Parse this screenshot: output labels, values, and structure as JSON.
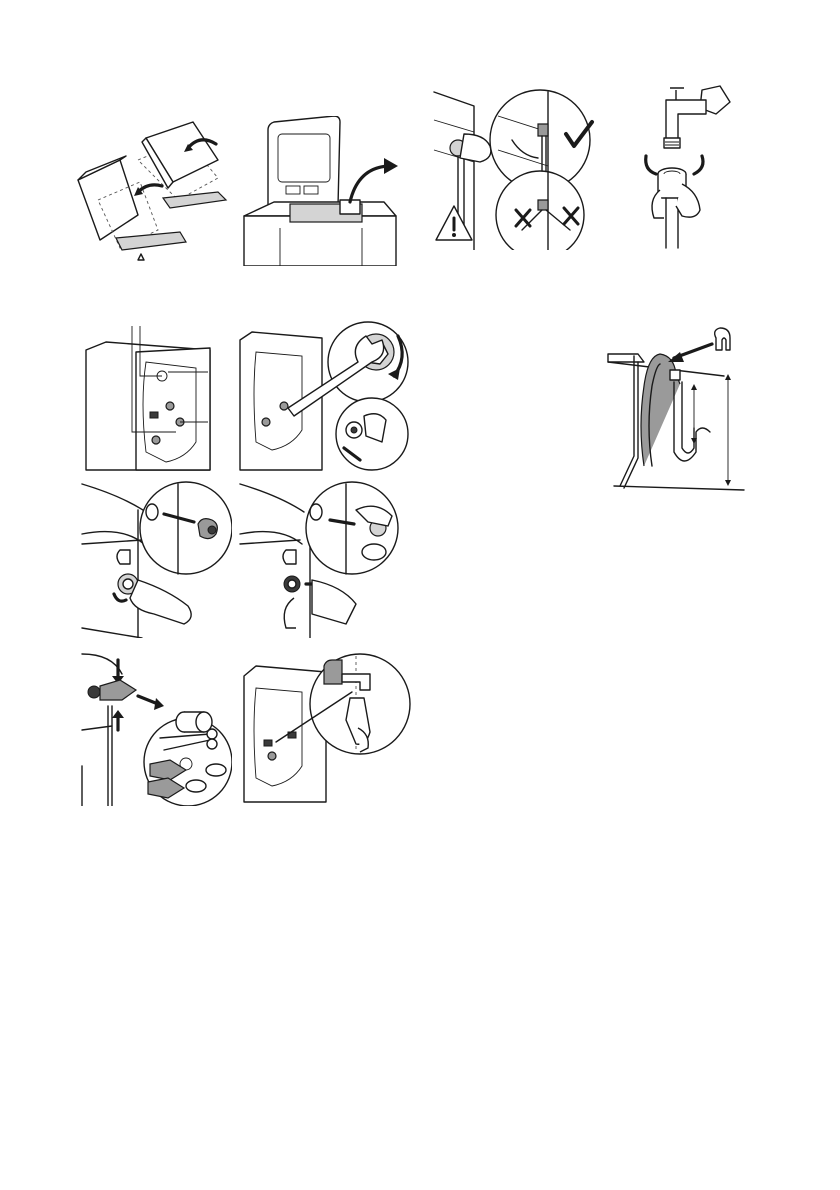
{
  "page": {
    "background": "#ffffff",
    "line_color": "#1a1a1a",
    "accent_grey": "#9a9a9a"
  },
  "figures": [
    {
      "id": "remove-packaging-base",
      "icon": "tilted-machine-and-base-icon"
    },
    {
      "id": "remove-top-packaging",
      "icon": "open-lid-and-insert-icon"
    },
    {
      "id": "inlet-hose-connection",
      "icon": "hose-angle-warning-icon"
    },
    {
      "id": "tap-thread",
      "icon": "water-tap-icon"
    },
    {
      "id": "transit-bolts-location",
      "icon": "machine-rear-bolts-icon"
    },
    {
      "id": "unscrew-transit-bolts",
      "icon": "spanner-unscrew-icon"
    },
    {
      "id": "remove-bolt-spacer",
      "icon": "spacer-removal-icon"
    },
    {
      "id": "insert-plastic-caps",
      "icon": "insert-cap-icon"
    },
    {
      "id": "bolt-parts-removed",
      "icon": "transit-bolt-parts-icon"
    },
    {
      "id": "hose-holder-clip",
      "icon": "hose-holder-icon"
    },
    {
      "id": "drain-hose-height",
      "icon": "drain-hose-standpipe-icon"
    }
  ]
}
